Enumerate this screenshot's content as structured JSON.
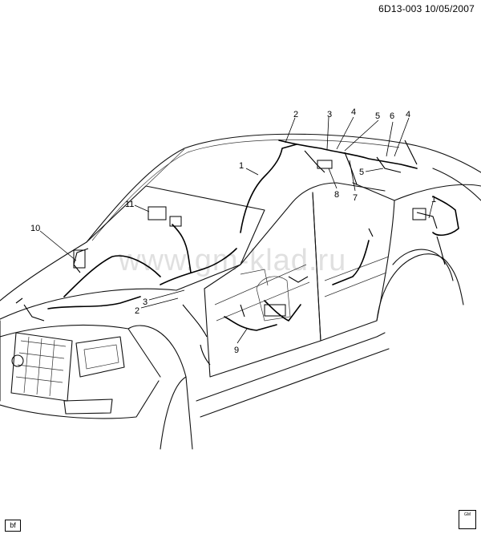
{
  "header": {
    "code": "6D13-003",
    "date": "10/05/2007"
  },
  "watermark": "www.gm-klad.ru",
  "footer": {
    "corner_label": "bf",
    "logo_text": "GM"
  },
  "callouts": [
    {
      "label": "1"
    },
    {
      "label": "1"
    },
    {
      "label": "2"
    },
    {
      "label": "2"
    },
    {
      "label": "3"
    },
    {
      "label": "3"
    },
    {
      "label": "4"
    },
    {
      "label": "4"
    },
    {
      "label": "5"
    },
    {
      "label": "5"
    },
    {
      "label": "6"
    },
    {
      "label": "7"
    },
    {
      "label": "8"
    },
    {
      "label": "9"
    },
    {
      "label": "10"
    },
    {
      "label": "11"
    }
  ]
}
